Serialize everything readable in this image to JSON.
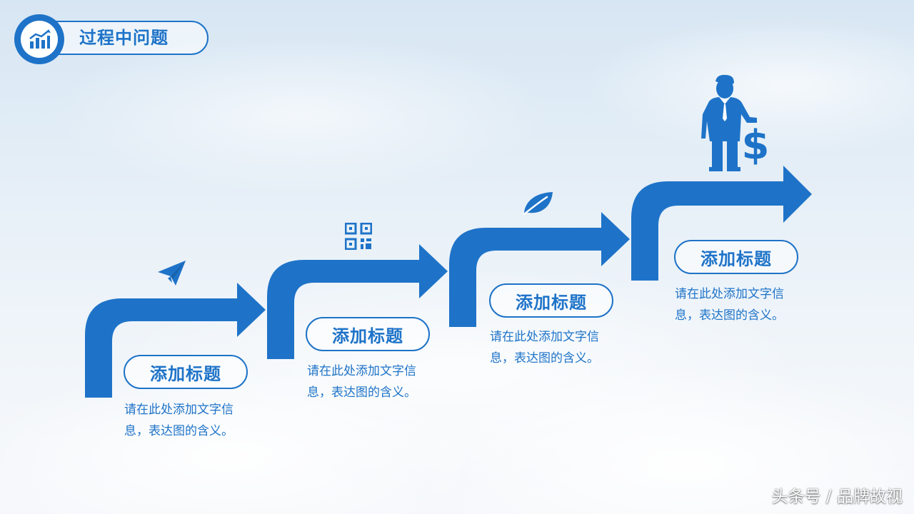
{
  "header": {
    "title": "过程中问题",
    "icon": "bar-chart-icon"
  },
  "steps": [
    {
      "title": "添加标题",
      "desc_line1": "请在此处添加文字信",
      "desc_line2": "息，表达图的含义。",
      "icon": "paper-plane-icon"
    },
    {
      "title": "添加标题",
      "desc_line1": "请在此处添加文字信",
      "desc_line2": "息，表达图的含义。",
      "icon": "qr-code-icon"
    },
    {
      "title": "添加标题",
      "desc_line1": "请在此处添加文字信",
      "desc_line2": "息，表达图的含义。",
      "icon": "leaf-icon"
    },
    {
      "title": "添加标题",
      "desc_line1": "请在此处添加文字信",
      "desc_line2": "息，表达图的含义。",
      "icon": "businessman-dollar-icon"
    }
  ],
  "watermark": "头条号 / 品牌故视",
  "colors": {
    "accent": "#1e73c8",
    "background": "#e9f1f8"
  }
}
